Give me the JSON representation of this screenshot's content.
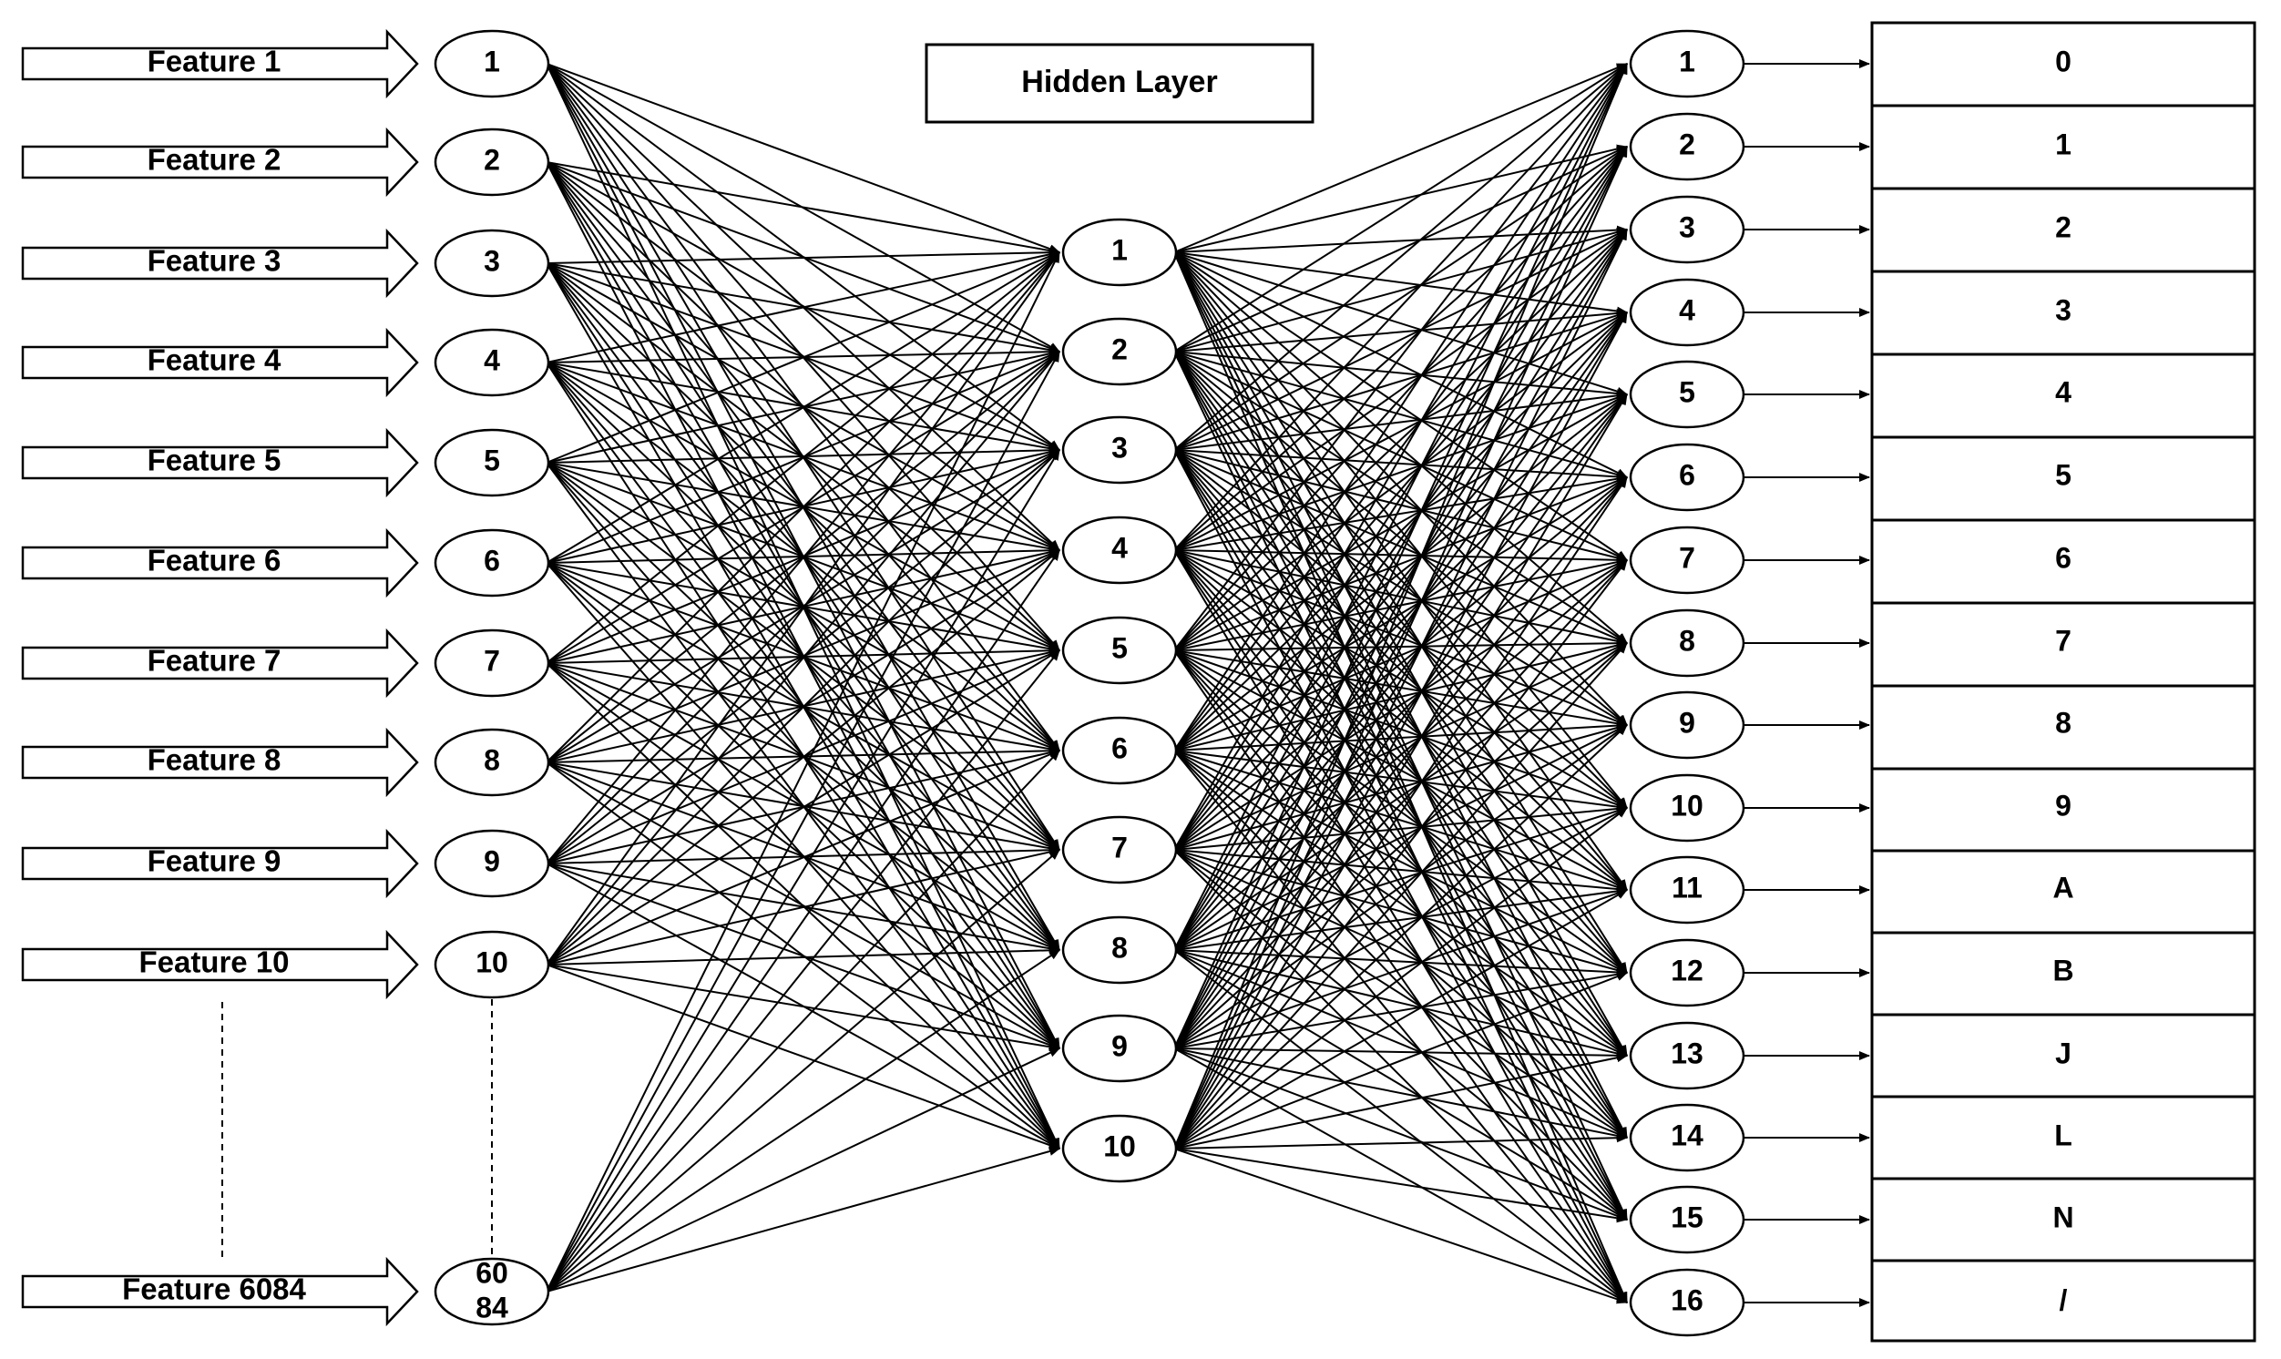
{
  "title": "Hidden Layer",
  "features": [
    "Feature 1",
    "Feature 2",
    "Feature 3",
    "Feature 4",
    "Feature 5",
    "Feature 6",
    "Feature 7",
    "Feature 8",
    "Feature 9",
    "Feature 10",
    "Feature 6084"
  ],
  "input_nodes": [
    "1",
    "2",
    "3",
    "4",
    "5",
    "6",
    "7",
    "8",
    "9",
    "10",
    "60\n84"
  ],
  "hidden_nodes": [
    "1",
    "2",
    "3",
    "4",
    "5",
    "6",
    "7",
    "8",
    "9",
    "10"
  ],
  "output_nodes": [
    "1",
    "2",
    "3",
    "4",
    "5",
    "6",
    "7",
    "8",
    "9",
    "10",
    "11",
    "12",
    "13",
    "14",
    "15",
    "16"
  ],
  "classes": [
    "0",
    "1",
    "2",
    "3",
    "4",
    "5",
    "6",
    "7",
    "8",
    "9",
    "A",
    "B",
    "J",
    "L",
    "N",
    "/"
  ]
}
